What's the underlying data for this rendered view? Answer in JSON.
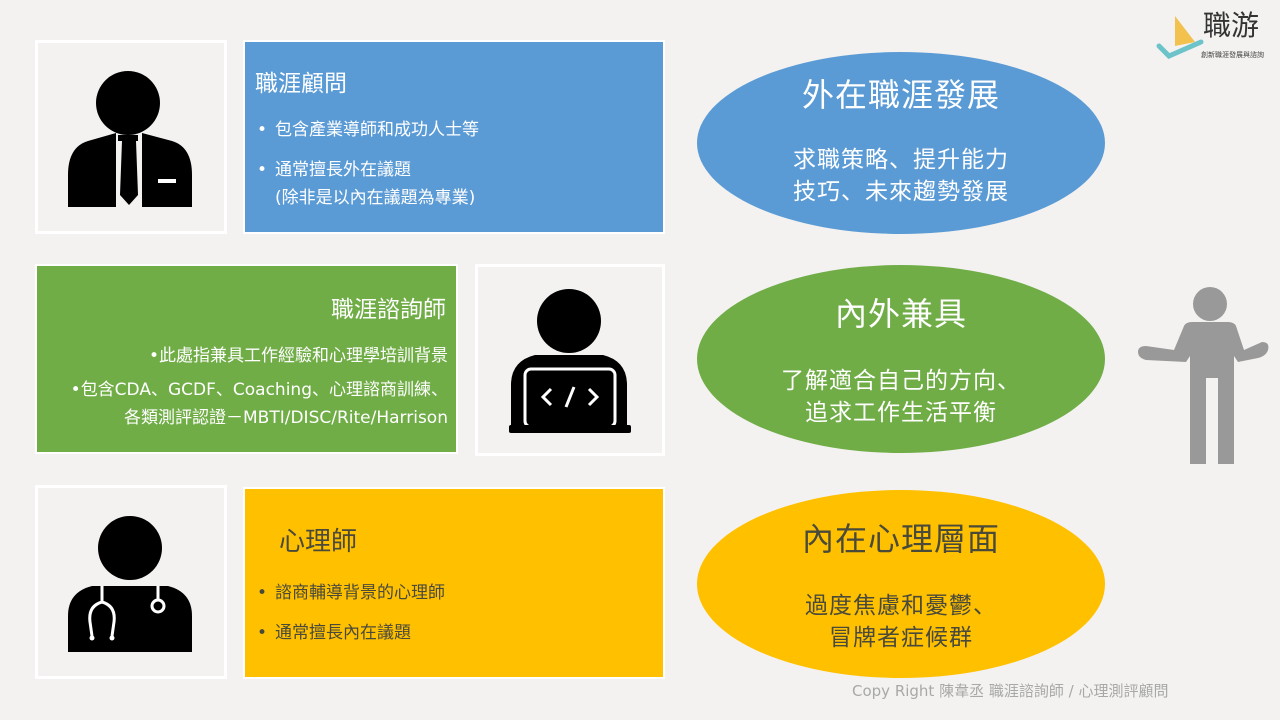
{
  "logo": {
    "name": "職游",
    "subtitle": "創新職涯發展與諮詢"
  },
  "rows": [
    {
      "box": {
        "title": "職涯顧問",
        "bullets": [
          "包含產業導師和成功人士等",
          "通常擅長外在議題",
          "(除非是以內在議題為專業)"
        ],
        "color": "#5b9bd5"
      },
      "icon": "businessman-icon",
      "ellipse": {
        "title": "外在職涯發展",
        "lines": [
          "求職策略、提升能力",
          "技巧、未來趨勢發展"
        ],
        "color": "#5b9bd5"
      }
    },
    {
      "box": {
        "title": "職涯諮詢師",
        "bullets": [
          "此處指兼具工作經驗和心理學培訓背景",
          "包含CDA、GCDF、Coaching、心理諮商訓練、",
          "各類測評認證－MBTI/DISC/Rite/Harrison"
        ],
        "color": "#70ad47"
      },
      "icon": "person-laptop-code-icon",
      "ellipse": {
        "title": "內外兼具",
        "lines": [
          "了解適合自己的方向、",
          "追求工作生活平衡"
        ],
        "color": "#70ad47"
      }
    },
    {
      "box": {
        "title": "心理師",
        "bullets": [
          "諮商輔導背景的心理師",
          "通常擅長內在議題"
        ],
        "color": "#ffc000"
      },
      "icon": "doctor-stethoscope-icon",
      "ellipse": {
        "title": "內在心理層面",
        "lines": [
          "過度焦慮和憂鬱、",
          "冒牌者症候群"
        ],
        "color": "#ffc000"
      }
    }
  ],
  "side_figure": "shrugging-person-icon",
  "footer": {
    "copyright": "Copy Right 陳韋丞 職涯諮詢師 / 心理測評顧問"
  }
}
